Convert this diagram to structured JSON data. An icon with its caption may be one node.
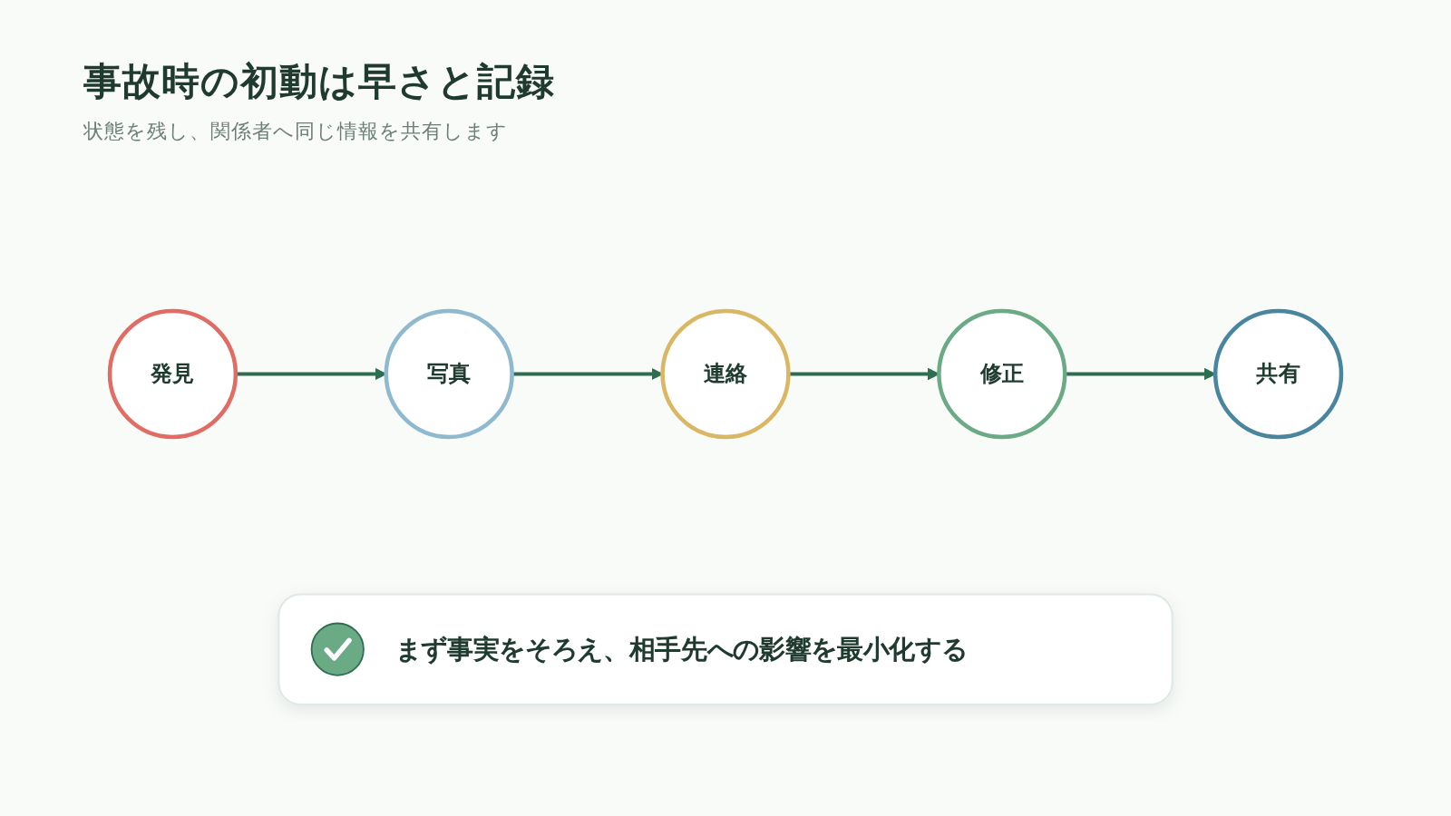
{
  "diagram": {
    "title": "事故時の初動は早さと記録",
    "nodes": [
      {
        "text": [
          "発見"
        ]
      },
      {
        "text": [
          "写真"
        ]
      },
      {
        "text": [
          "連絡"
        ]
      },
      {
        "text": [
          "修正"
        ]
      },
      {
        "text": [
          "共有"
        ]
      },
      {
        "text": [
          "まず事実をそろえ、相手先への影響を最小化する"
        ]
      }
    ],
    "edges": [
      {
        "from": 0,
        "to": 1,
        "arrow": "to"
      },
      {
        "from": 1,
        "to": 2,
        "arrow": "to"
      },
      {
        "from": 2,
        "to": 3,
        "arrow": "to"
      },
      {
        "from": 3,
        "to": 4,
        "arrow": "to"
      }
    ],
    "labels": [
      "状態を残し、関係者へ同じ情報を共有します"
    ]
  }
}
